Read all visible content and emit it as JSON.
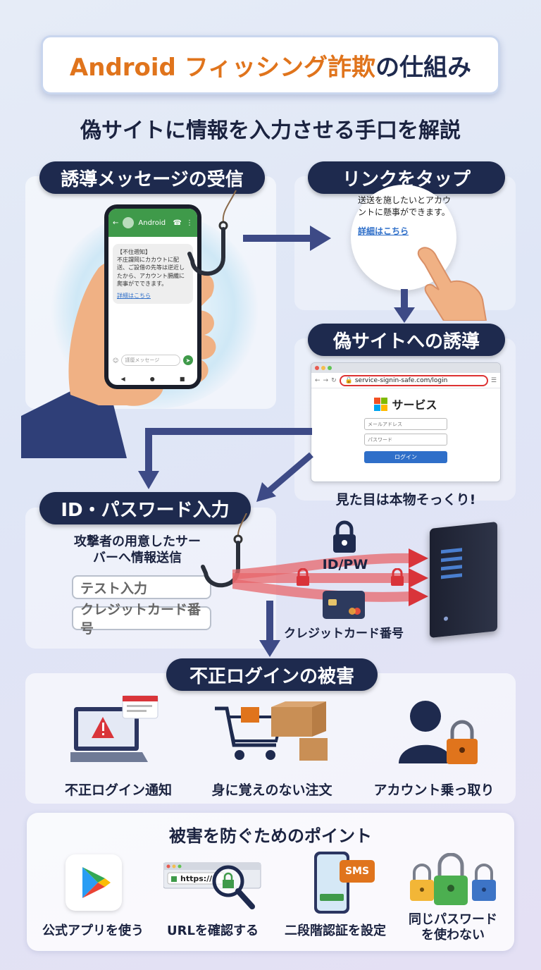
{
  "title": {
    "part1": "Android フィッシング詐欺",
    "part2": "の仕組み"
  },
  "subtitle": "偽サイトに情報を入力させる手口を解説",
  "steps": {
    "step1": "誘導メッセージの受信",
    "step2": "リンクをタップ",
    "step3": "偽サイトへの誘導",
    "step4": "ID・パスワード入力",
    "step5": "不正ログインの被害"
  },
  "phone": {
    "app_title": "Android",
    "msg_title": "【不住遡知】",
    "msg_body": "不庄謂岡にカカウトに配送、ご設借の先等は逆近したから、アカウント膈纖に爬事がでできます。",
    "msg_link": "詳細はこちら",
    "input_placeholder": "謹厘メッセージ"
  },
  "bubble": {
    "text": "送送を施したいとアカウントに懸事ができます。",
    "link": "詳細はこちら"
  },
  "browser": {
    "url": "service-signin-safe.com/login",
    "brand": "サービス",
    "email_placeholder": "メールアドレス",
    "password_placeholder": "パスワード",
    "login_button": "ログイン",
    "caption": "見た目は本物そっくり!"
  },
  "send": {
    "text": "攻撃者の用意したサーバーへ情報送信",
    "input1": "テスト入力",
    "input2": "クレジットカード番号",
    "idpw_label": "ID/PW",
    "card_label": "クレジットカード番号"
  },
  "damage": [
    {
      "label": "不正ログイン通知",
      "icon": "laptop-alert-icon"
    },
    {
      "label": "身に覚えのない注文",
      "icon": "shopping-cart-icon"
    },
    {
      "label": "アカウント乗っ取り",
      "icon": "user-lock-icon"
    }
  ],
  "tips": {
    "title": "被害を防ぐためのポイント",
    "items": [
      {
        "label": "公式アプリを使う",
        "icon": "play-store-icon"
      },
      {
        "label": "URLを確認する",
        "icon": "url-check-icon",
        "url_text": "https://"
      },
      {
        "label": "二段階認証を設定",
        "icon": "sms-phone-icon",
        "badge": "SMS"
      },
      {
        "label": "同じパスワードを使わない",
        "icon": "padlocks-icon"
      }
    ]
  },
  "colors": {
    "accent": "#e0741c",
    "navy": "#1e2a4e",
    "danger": "#d9343a",
    "link": "#2f6fc9"
  }
}
